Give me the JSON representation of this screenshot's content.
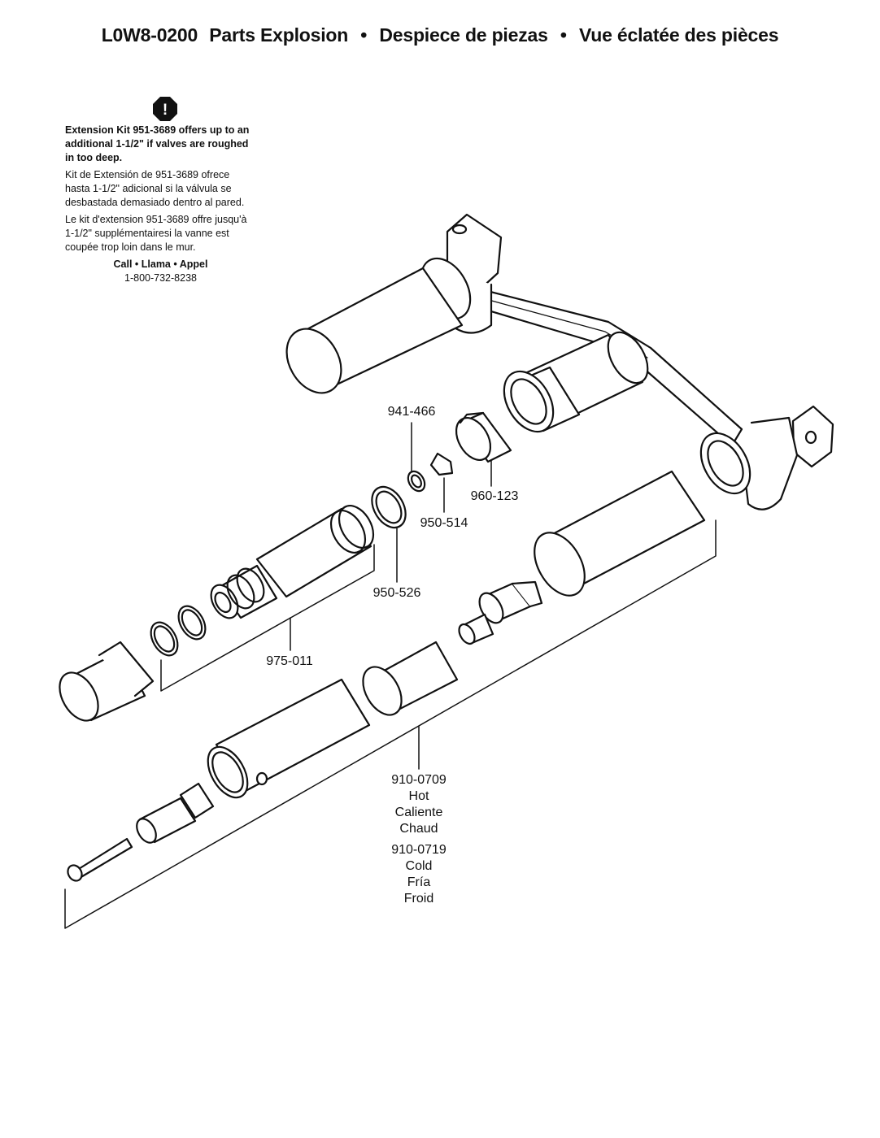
{
  "title": {
    "model": "L0W8-0200",
    "en": "Parts Explosion",
    "es": "Despiece de piezas",
    "fr": "Vue éclatée des pièces",
    "separator": "•"
  },
  "note": {
    "icon": "warning-octagon-icon",
    "icon_glyph": "!",
    "en": "Extension Kit 951-3689 offers up to an additional 1-1/2\" if valves are roughed in too deep.",
    "es": "Kit de Extensión de 951-3689 ofrece hasta 1-1/2\" adicional si la válvula se desbastada demasiado dentro al pared.",
    "fr": "Le kit d'extension 951-3689 offre jusqu'à 1-1/2\" supplémentairesi la vanne est coupée trop loin dans le mur.",
    "call": "Call • Llama • Appel",
    "phone": "1-800-732-8238"
  },
  "parts": {
    "p941_466": "941-466",
    "p950_514": "950-514",
    "p960_123": "960-123",
    "p950_526": "950-526",
    "p975_011": "975-011",
    "p910_0709": "910-0709",
    "hot": "Hot",
    "caliente": "Caliente",
    "chaud": "Chaud",
    "p910_0719": "910-0719",
    "cold": "Cold",
    "fria": "Fría",
    "froid": "Froid"
  }
}
